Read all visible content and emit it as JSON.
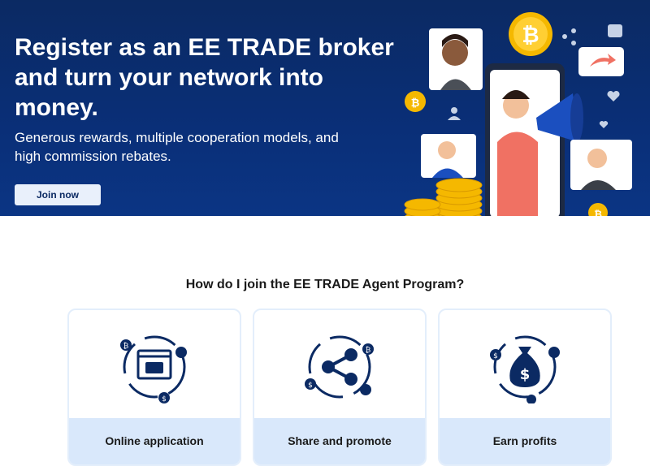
{
  "hero": {
    "title": "Register as an EE TRADE broker and turn your network into money.",
    "subtitle": "Generous rewards, multiple cooperation models, and high commission rebates.",
    "join_label": "Join now",
    "bg_color": "#0b2a63"
  },
  "section": {
    "title": "How do I join the EE TRADE Agent Program?"
  },
  "steps": [
    {
      "label": "Online application",
      "icon": "browser-chat-icon"
    },
    {
      "label": "Share and promote",
      "icon": "share-icon"
    },
    {
      "label": "Earn profits",
      "icon": "money-bag-icon"
    }
  ],
  "colors": {
    "accent": "#0b2a63",
    "card_label_bg": "#d9e8fb",
    "coin": "#f5b800"
  }
}
